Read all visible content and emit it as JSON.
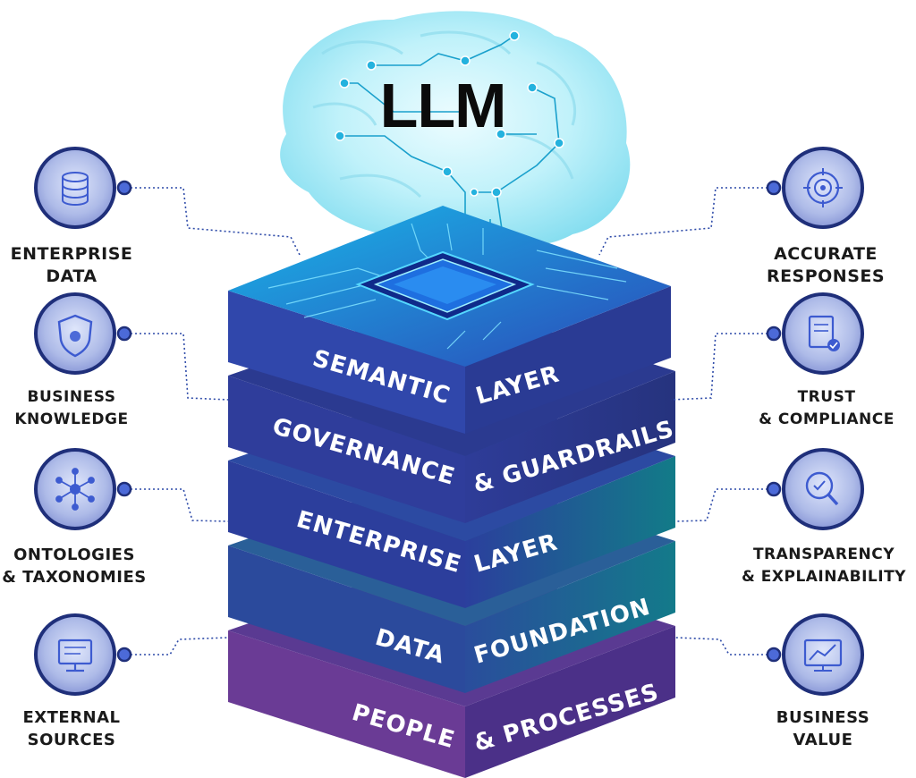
{
  "title": "LLM",
  "layers": {
    "semantic": {
      "left": "SEMANTIC",
      "right": "LAYER"
    },
    "governance": {
      "left": "GOVERNANCE",
      "right": "& GUARDRAILS"
    },
    "enterprise": {
      "left": "ENTERPRISE",
      "right": "LAYER"
    },
    "data": {
      "left": "DATA",
      "right": "FOUNDATION"
    },
    "people": {
      "left": "PEOPLE",
      "right": "& PROCESSES"
    }
  },
  "inputs": [
    {
      "line1": "ENTERPRISE",
      "line2": "DATA",
      "icon": "database-icon"
    },
    {
      "line1": "BUSINESS",
      "line2": "KNOWLEDGE",
      "icon": "shield-icon"
    },
    {
      "line1": "ONTOLOGIES",
      "line2": "& TAXONOMIES",
      "icon": "network-icon"
    },
    {
      "line1": "EXTERNAL",
      "line2": "SOURCES",
      "icon": "monitor-icon"
    }
  ],
  "outputs": [
    {
      "line1": "ACCURATE",
      "line2": "RESPONSES",
      "icon": "target-icon"
    },
    {
      "line1": "TRUST",
      "line2": "& COMPLIANCE",
      "icon": "document-check-icon"
    },
    {
      "line1": "TRANSPARENCY",
      "line2": "& EXPLAINABILITY",
      "icon": "magnifier-shield-icon"
    },
    {
      "line1": "BUSINESS",
      "line2": "VALUE",
      "icon": "growth-chart-icon"
    }
  ],
  "colors": {
    "semantic": "#2a3f9e",
    "governance": "#2b3a94",
    "enterprise": "#2a4aa0",
    "data": "#1f5a8f",
    "people": "#5a3a8c",
    "brain": "#a9ecf7",
    "circuit": "#1aa8d8",
    "connector": "#2d4aa8"
  }
}
